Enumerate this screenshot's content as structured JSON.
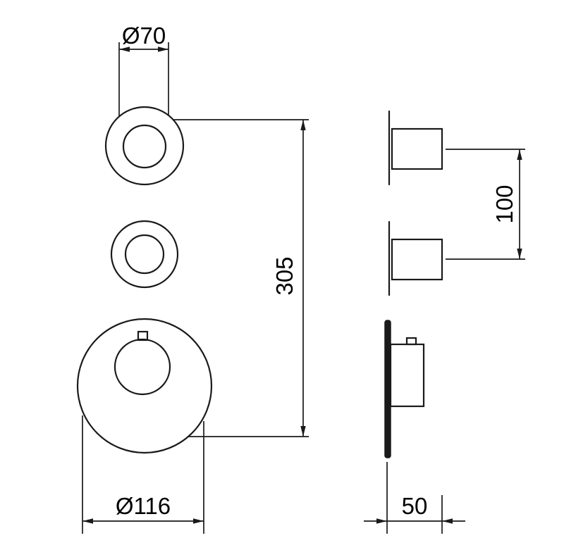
{
  "drawing": {
    "background_color": "#ffffff",
    "line_color": "#1a1a1a",
    "text_color": "#000000",
    "labels": {
      "top_diameter": "Ø70",
      "overall_height": "305",
      "bottom_diameter": "Ø116",
      "handle_spacing": "100",
      "depth": "50"
    }
  }
}
